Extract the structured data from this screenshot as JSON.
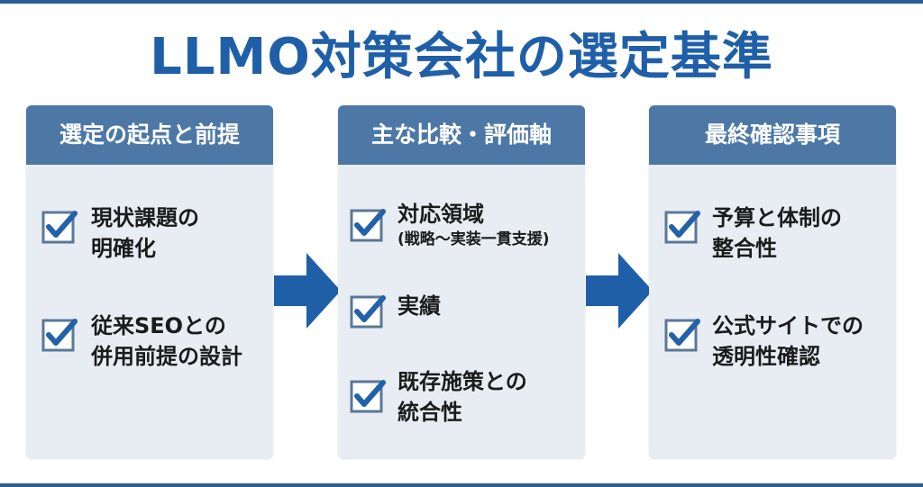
{
  "title": "LLMO対策会社の選定基準",
  "columns": [
    {
      "header": "選定の起点と前提",
      "items": [
        {
          "lines": [
            "現状課題の",
            "明確化"
          ]
        },
        {
          "lines": [
            "従来SEOとの",
            "併用前提の設計"
          ]
        }
      ]
    },
    {
      "header": "主な比較・評価軸",
      "items": [
        {
          "lines": [
            "対応領域",
            "(戦略〜実装一貫支援)"
          ]
        },
        {
          "lines": [
            "実績"
          ]
        },
        {
          "lines": [
            "既存施策との",
            "統合性"
          ]
        }
      ]
    },
    {
      "header": "最終確認事項",
      "items": [
        {
          "lines": [
            "予算と体制の",
            "整合性"
          ]
        },
        {
          "lines": [
            "公式サイトでの",
            "透明性確認"
          ]
        }
      ]
    }
  ],
  "colors": {
    "title": "#1f5fa8",
    "header_bg": "#4d78a6",
    "card_bg": "#e7edf3",
    "arrow": "#1f5fa8",
    "checkbox_border": "#5a7898",
    "checkmark": "#2361a8"
  },
  "icons": {
    "item_icon": "checkbox-checked-icon",
    "connector_icon": "arrow-right-icon"
  }
}
